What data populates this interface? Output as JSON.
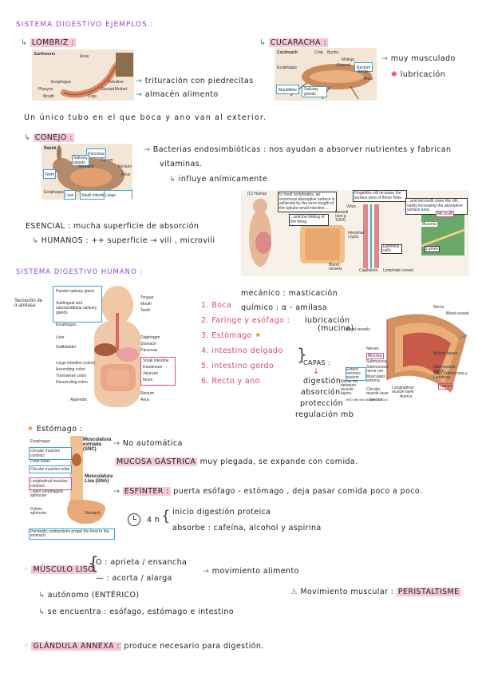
{
  "title": "SISTEMA DIGESTIVO EJEMPLOS :",
  "lombriz": {
    "heading": "LOMBRIZ :",
    "fig_title": "Earthworm",
    "fig_labels": [
      "Anus",
      "Esophagus",
      "Intestine",
      "Pharynx",
      "Gizzard",
      "Mouth",
      "Crop",
      "Molted"
    ],
    "notes": [
      "trituración con piedrecitas",
      "almacén alimento"
    ]
  },
  "cucaracha": {
    "heading": "CUCARACHA :",
    "fig_title": "Cockroach",
    "fig_labels": [
      "Crop",
      "Buche",
      "Molleja",
      "Gizzard",
      "Rectum",
      "Recto",
      "Esophagus",
      "Anus",
      "Mandibles",
      "Salivary glands"
    ],
    "notes": [
      "muy musculado",
      "lubricación"
    ]
  },
  "tubo_note": "Un único tubo en el que boca y ano van al exterior.",
  "conejo": {
    "heading": "CONEJO :",
    "fig_title": "Rabbit",
    "fig_labels": [
      "Pancreas",
      "Salivary glands",
      "Esophagus",
      "Stomach",
      "Cecum",
      "Rectum",
      "Anus",
      "Teeth",
      "Liver",
      "Small intestine",
      "Large intestine"
    ],
    "notes": [
      "Bacterias endosimbióticas : nos ayudan a absorver nutrientes y fabrican",
      "vitaminas.",
      "influye anímicamente"
    ]
  },
  "human_fig": {
    "title": "(C) Human",
    "texts": [
      "In most vertebrates, an enormous absorptive surface is achieved by the inner length of the tubular small intestine...",
      "...and the folding of the lining.",
      "Fingerlike villi increase the surface area of these folds.",
      "...and microvilli cover the villi, vastly increasing the absorptive surface area.",
      "Villus",
      "Lacteal (see p. 1063)",
      "Intestinal crypts",
      "Blood vessels",
      "Capillaries",
      "Lymphatic vessel",
      "Epithelial cells",
      "Microvilli",
      "Mucosa",
      "Lumen"
    ]
  },
  "esencial": {
    "text": "ESENCIAL : mucha superficie de absorción",
    "humanos": "HUMANOS : ++ superficie → vili , microvili"
  },
  "humano": {
    "heading": "SISTEMA DIGESTIVO HUMANO :",
    "secrecion": "Secreción de α-amilasa",
    "fig_left_labels": [
      "Parotid salivary gland",
      "Sublingual and submandibular salivary glands",
      "Esophagus",
      "Liver",
      "Gallbladder",
      "Large intestine (colon)",
      "Ascending colon",
      "Transverse colon",
      "Descending colon",
      "Appendix"
    ],
    "fig_right_labels": [
      "Tongue",
      "Mouth",
      "Teeth",
      "Diaphragm",
      "Stomach",
      "Pancreas",
      "Small intestine",
      "Duodenum",
      "Jejunum",
      "Ileum",
      "Rectum",
      "Anus"
    ],
    "mecanico": "mecánico : masticación",
    "quimico": "químico : α - amilasa",
    "lubricacion": "lubricación",
    "mucina": "(mucina)",
    "list": [
      "1. Boca",
      "2. Faringe y esófago :",
      "3. Estómago",
      "4. intestino delgado",
      "5. intestino gordo",
      "6. Recto y ano"
    ],
    "capas_label": "CAPAS :",
    "capas": [
      "digestión",
      "absorción",
      "protección",
      "regulación mb"
    ]
  },
  "wall_fig": {
    "labels_right": [
      "Nerve",
      "Blood vessel",
      "Blood vessels",
      "Submucosal gland",
      "Vasa Submucosa y Linfáticos",
      "Lumen",
      "Longitudinal muscle layer",
      "Acerca",
      "Circular muscle layer",
      "Serosa"
    ],
    "labels_left": [
      "Nerves",
      "Mucosa",
      "Submucosa",
      "Submucosal nerve net",
      "Muscularis externa",
      "Enteric nervous system",
      "Nerve net between muscle layers",
      "Muscle layers"
    ],
    "source": "ORD MN Bio Mejores II, 2010"
  },
  "estomago": {
    "heading": "Estómago :",
    "fig_labels": [
      "Esophagus",
      "Circular muscles contract",
      "Food bolus",
      "Circular muscles relax",
      "Longitudinal muscles contract",
      "Lower esophageal sphincter",
      "Pyloric sphincter",
      "Stomach",
      "Musculatura estriada (SNC)",
      "Musculatura Lisa (SNA)"
    ],
    "fig_caption": "Peristaltic contractions propel the food to the stomach.",
    "no_auto": "No automática",
    "mucosa_label": "MUCOSA GÁSTRICA",
    "mucosa_text": "muy plegada, se expande con comida.",
    "esfinter_label": "ESFÍNTER :",
    "esfinter_text": "puerta esófago - estómago , deja pasar comida poco a poco.",
    "time": "4 h",
    "inicio": "inicio digestión proteica",
    "absorbe": "absorbe : cafeína, alcohol y aspirina"
  },
  "musculo": {
    "label": "MÚSCULO LISO",
    "o_line": "O : aprieta / ensancha",
    "dash_line": "— : acorta / alarga",
    "mov": "movimiento alimento",
    "autonomo": "autónomo (ENTÉRICO)",
    "encuentra": "se encuentra : esófago, estómago e intestino",
    "warn_text": "Movimiento muscular :",
    "peristaltismo": "PERISTALTISME"
  },
  "glandula": {
    "label": "GLÁNDULA ANNEXA :",
    "text": "produce necesario para digestión."
  }
}
